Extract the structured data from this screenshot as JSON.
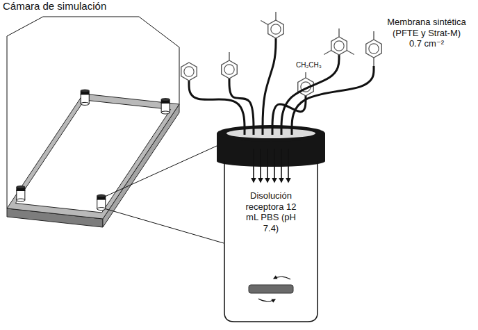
{
  "diagram": {
    "nodes": [
      {
        "text": [
          "Cámara de simulación"
        ]
      },
      {
        "text": [
          "Disolución receptora 12 mL PBS (pH 7.4)"
        ]
      }
    ],
    "labels": [
      "Membrana sintética (PFTE y Strat-M) 0.7 cm⁻²",
      "CH₂CH₃"
    ]
  }
}
